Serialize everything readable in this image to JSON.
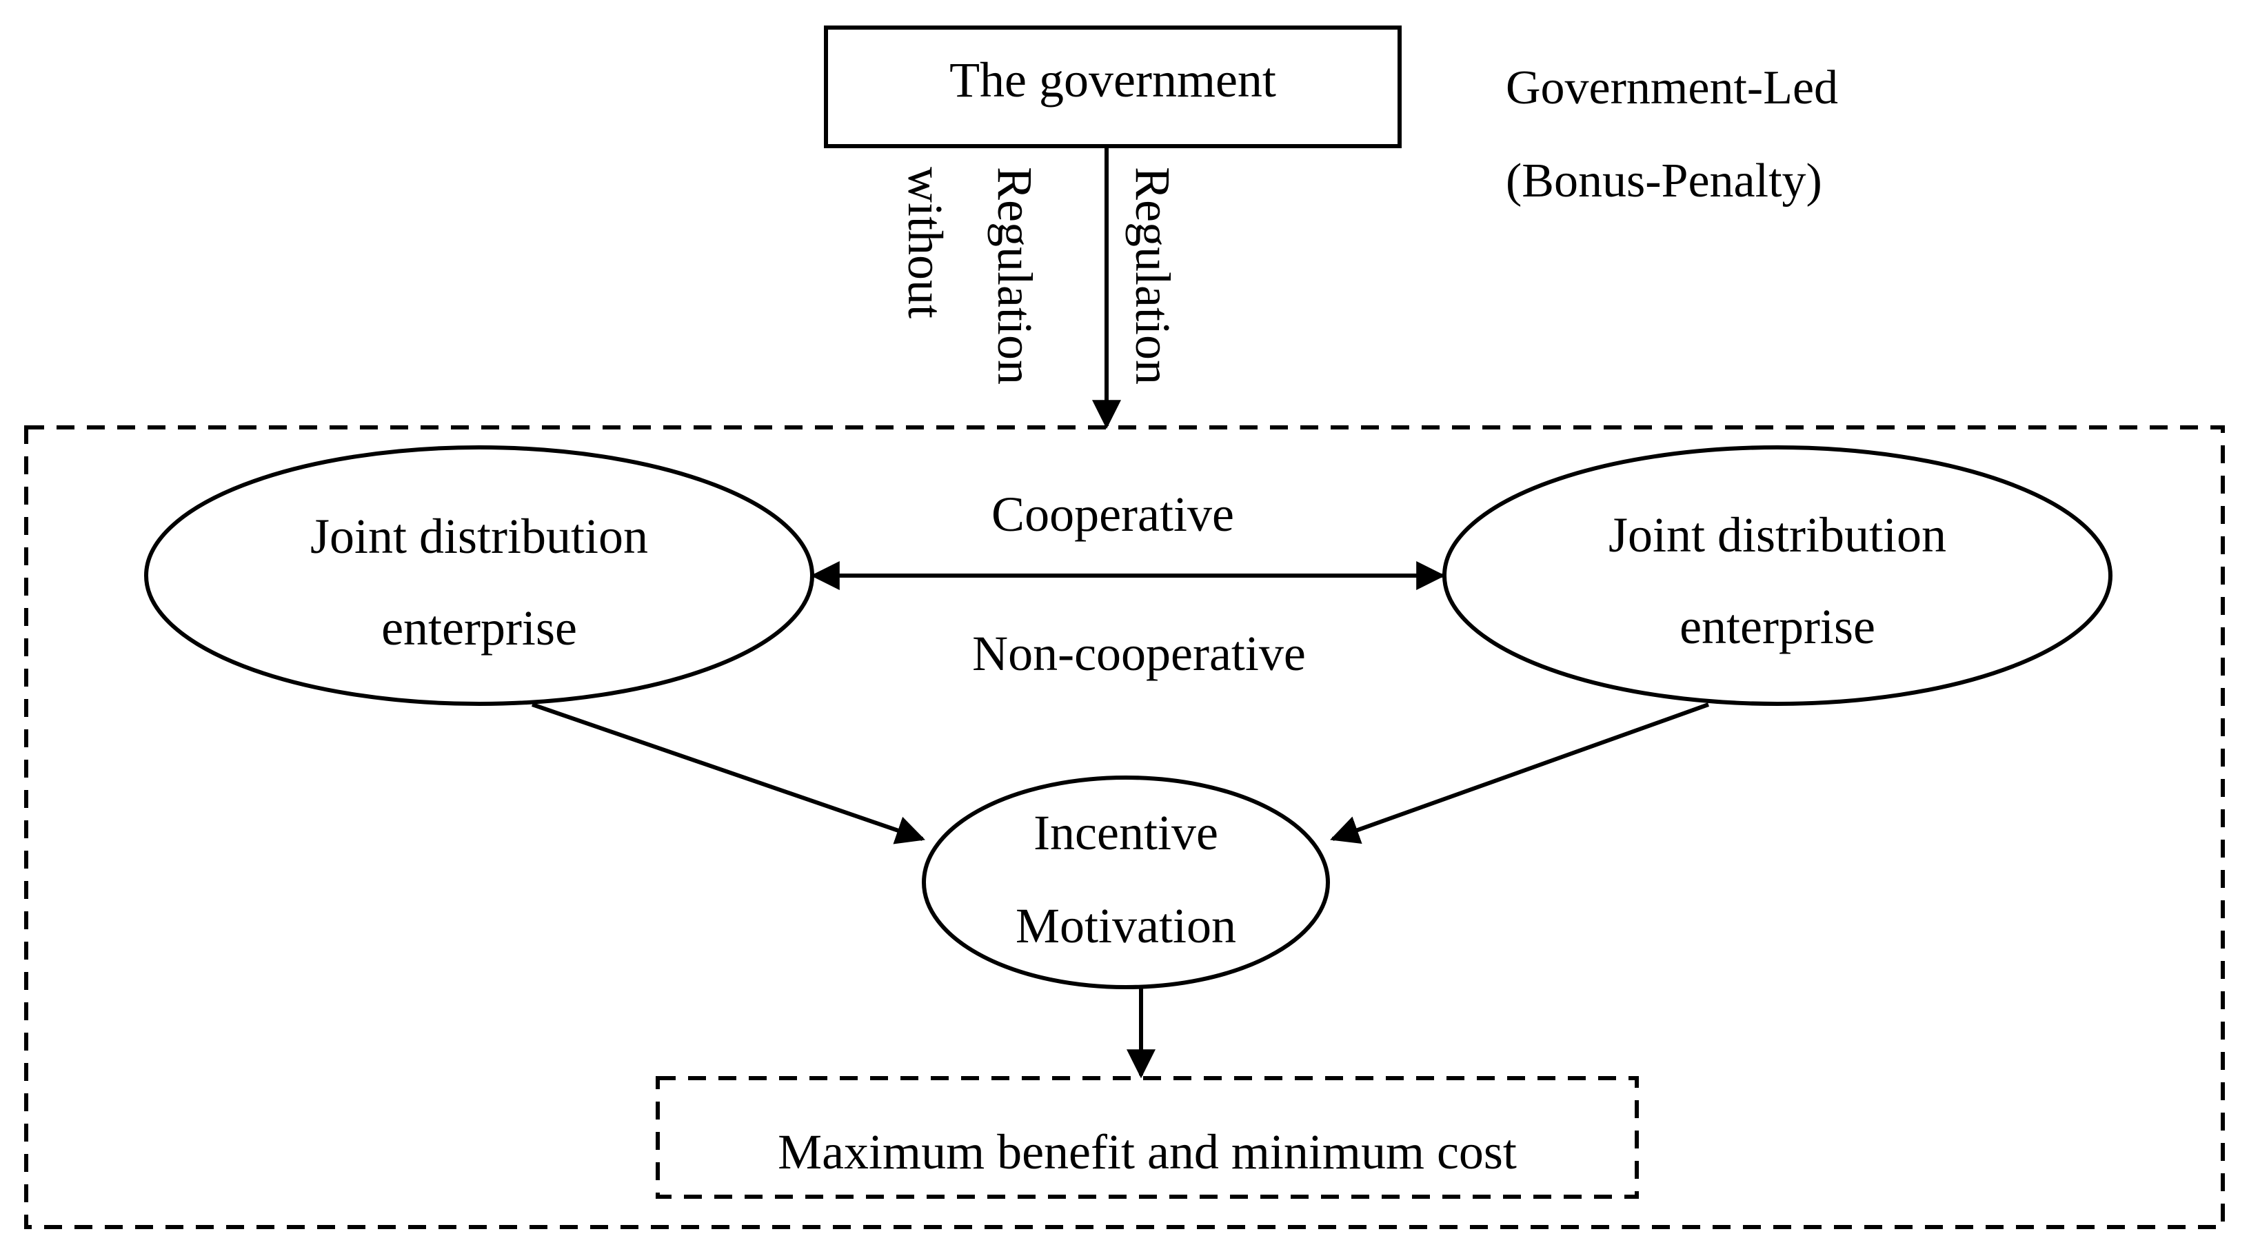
{
  "diagram": {
    "government_box": {
      "label": "The government"
    },
    "side_note": {
      "line1": "Government-Led",
      "line2": "(Bonus-Penalty)"
    },
    "vertical_labels": {
      "without": "without",
      "regulation_left": "Regulation",
      "regulation_right": "Regulation"
    },
    "left_enterprise": {
      "line1": "Joint distribution",
      "line2": "enterprise"
    },
    "right_enterprise": {
      "line1": "Joint distribution",
      "line2": "enterprise"
    },
    "link_labels": {
      "cooperative": "Cooperative",
      "non_cooperative": "Non-cooperative"
    },
    "incentive": {
      "line1": "Incentive",
      "line2": "Motivation"
    },
    "outcome_box": {
      "label": "Maximum benefit and minimum cost"
    }
  }
}
